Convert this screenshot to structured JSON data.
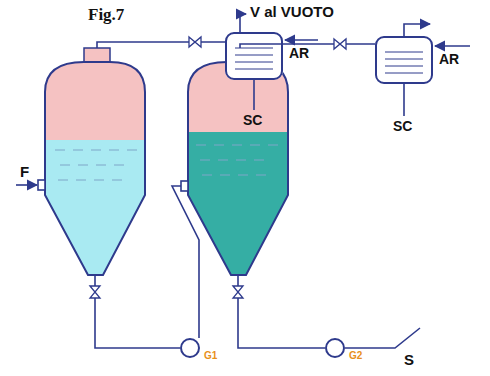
{
  "diagram": {
    "title": "Fig.7",
    "nodes": [
      {
        "text": [
          "AR"
        ]
      },
      {
        "text": [
          "AR"
        ]
      },
      {
        "text": [
          "G1"
        ]
      },
      {
        "text": [
          "G2"
        ]
      }
    ],
    "labels": [
      "V al VUOTO",
      "SC",
      "F",
      "SC",
      "S"
    ]
  }
}
